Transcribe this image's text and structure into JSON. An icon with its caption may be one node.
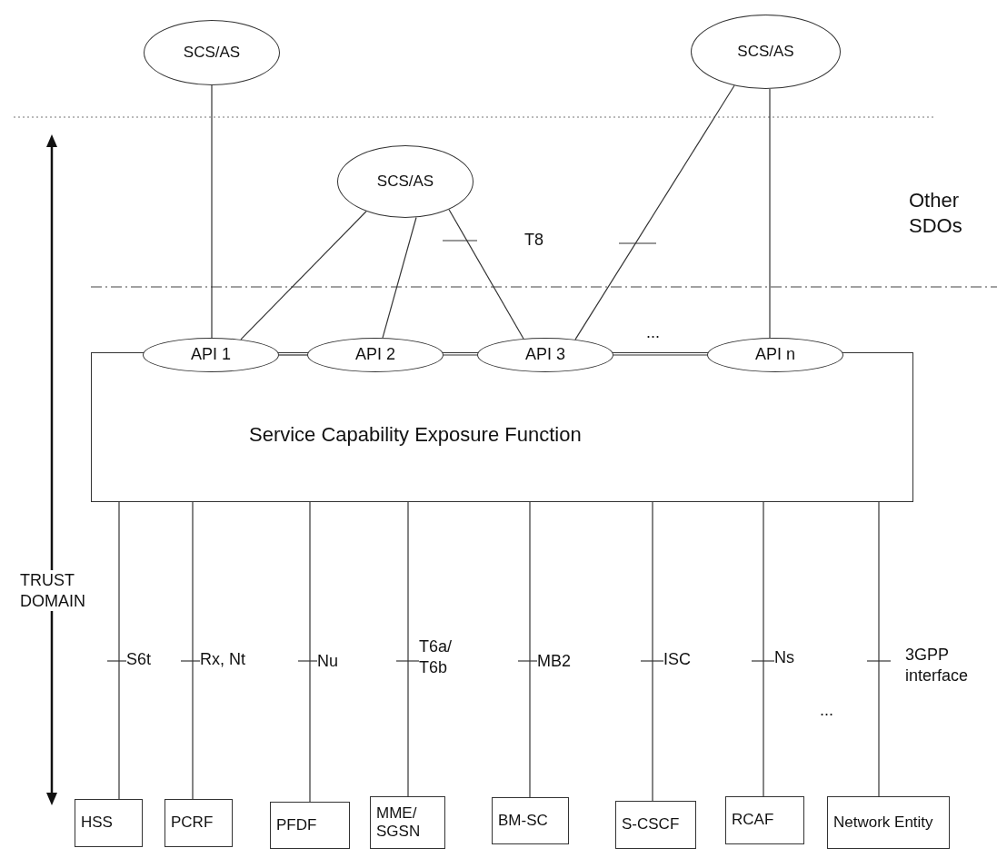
{
  "diagram": {
    "nodes": [
      {
        "text": [
          "SCS/AS"
        ]
      },
      {
        "text": [
          "SCS/AS"
        ]
      },
      {
        "text": [
          "SCS/AS"
        ]
      },
      {
        "text": [
          "Service Capability Exposure Function"
        ]
      },
      {
        "text": [
          "API 1"
        ]
      },
      {
        "text": [
          "API 2"
        ]
      },
      {
        "text": [
          "API 3"
        ]
      },
      {
        "text": [
          "API n"
        ]
      },
      {
        "text": [
          "HSS"
        ]
      },
      {
        "text": [
          "PCRF"
        ]
      },
      {
        "text": [
          "PFDF"
        ]
      },
      {
        "text": [
          "MME/ SGSN"
        ]
      },
      {
        "text": [
          "BM-SC"
        ]
      },
      {
        "text": [
          "S-CSCF"
        ]
      },
      {
        "text": [
          "RCAF"
        ]
      },
      {
        "text": [
          "Network Entity"
        ]
      }
    ],
    "edges": [
      {
        "from": 0,
        "to": 4,
        "arrow": "none"
      },
      {
        "from": 2,
        "to": 4,
        "arrow": "none"
      },
      {
        "from": 2,
        "to": 5,
        "arrow": "none"
      },
      {
        "from": 2,
        "to": 6,
        "arrow": "none"
      },
      {
        "from": 1,
        "to": 6,
        "arrow": "none"
      },
      {
        "from": 1,
        "to": 7,
        "arrow": "none"
      },
      {
        "from": 4,
        "to": 5,
        "arrow": "none"
      },
      {
        "from": 5,
        "to": 6,
        "arrow": "none"
      },
      {
        "from": 6,
        "to": 7,
        "arrow": "none",
        "label": "..."
      },
      {
        "from": 3,
        "to": 8,
        "arrow": "none",
        "label": "S6t"
      },
      {
        "from": 3,
        "to": 9,
        "arrow": "none",
        "label": "Rx, Nt"
      },
      {
        "from": 3,
        "to": 10,
        "arrow": "none",
        "label": "Nu"
      },
      {
        "from": 3,
        "to": 11,
        "arrow": "none",
        "label": "T6a/ T6b"
      },
      {
        "from": 3,
        "to": 12,
        "arrow": "none",
        "label": "MB2"
      },
      {
        "from": 3,
        "to": 13,
        "arrow": "none",
        "label": "ISC"
      },
      {
        "from": 3,
        "to": 14,
        "arrow": "none",
        "label": "Ns"
      },
      {
        "from": 3,
        "to": 15,
        "arrow": "none",
        "label": "3GPP interface"
      }
    ],
    "labels": [
      "Other SDOs",
      "T8",
      "TRUST DOMAIN",
      "..."
    ]
  }
}
